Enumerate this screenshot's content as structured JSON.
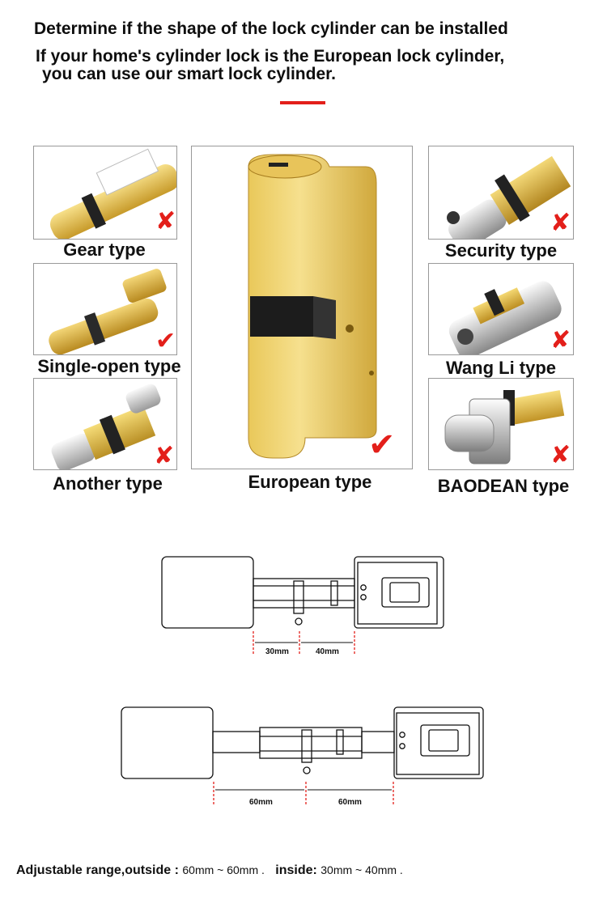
{
  "header": {
    "line1": "Determine if the shape of the lock cylinder can be installed",
    "line2": "If your home's cylinder lock is the European lock cylinder,",
    "line3": "you can use our smart lock cylinder."
  },
  "types": {
    "gear": {
      "label": "Gear type",
      "compatible": false
    },
    "single_open": {
      "label": "Single-open type",
      "compatible": true
    },
    "another": {
      "label": "Another type",
      "compatible": false
    },
    "european": {
      "label": "European type",
      "compatible": true
    },
    "security": {
      "label": "Security type",
      "compatible": false
    },
    "wang_li": {
      "label": "Wang Li type",
      "compatible": false
    },
    "baodean": {
      "label": "BAODEAN type",
      "compatible": false
    }
  },
  "diagram1": {
    "left": "30mm",
    "right": "40mm"
  },
  "diagram2": {
    "left": "60mm",
    "right": "60mm"
  },
  "footer": {
    "label_outside": "Adjustable range,outside :",
    "value_outside": "60mm ~ 60mm .",
    "label_inside": "inside:",
    "value_inside": "30mm ~ 40mm ."
  },
  "colors": {
    "accent_red": "#e31f1a",
    "brass": "#d9b84a",
    "check_red": "#e31f1a"
  }
}
